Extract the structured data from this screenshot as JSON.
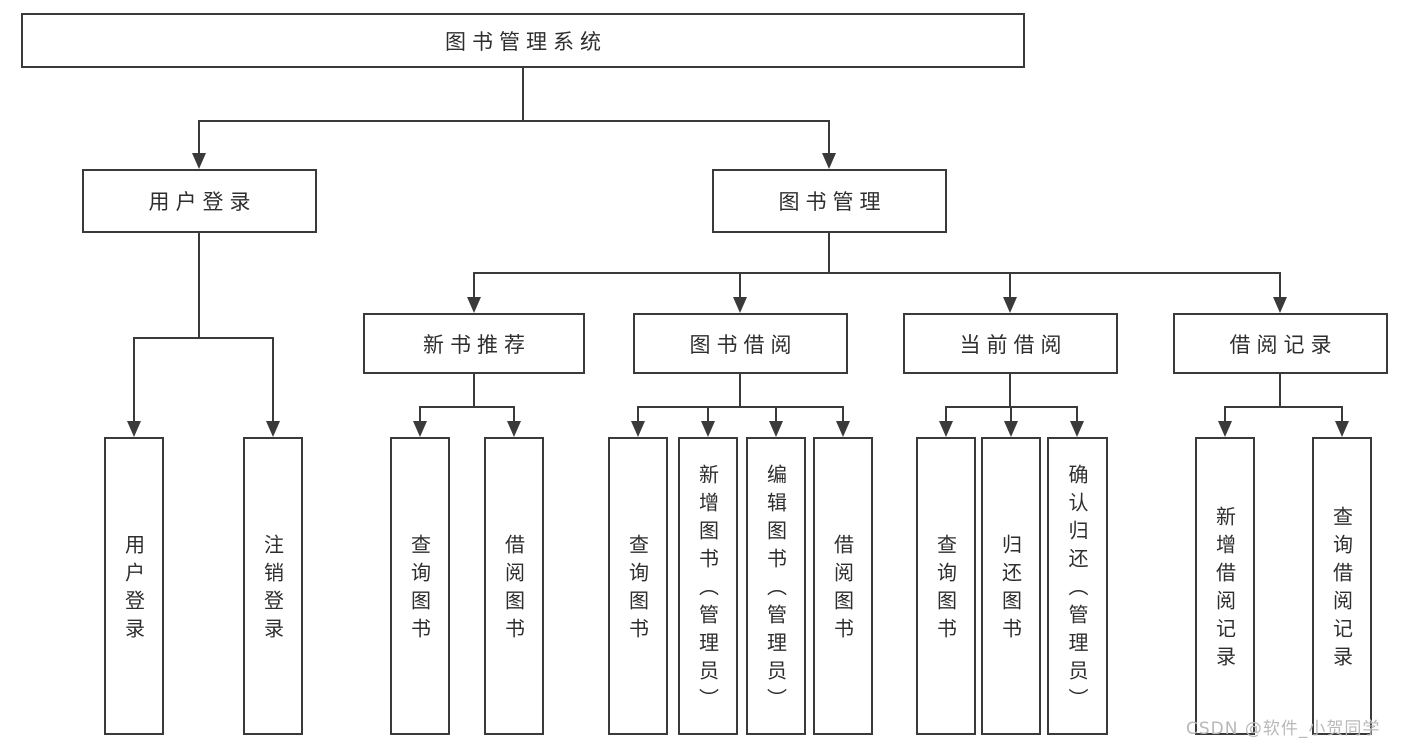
{
  "diagram": {
    "root": {
      "label": "图书管理系统"
    },
    "level2": {
      "user_login": {
        "label": "用户登录"
      },
      "book_mgmt": {
        "label": "图书管理"
      }
    },
    "level3": {
      "new_books": {
        "label": "新书推荐"
      },
      "book_borrow": {
        "label": "图书借阅"
      },
      "current_borrow": {
        "label": "当前借阅"
      },
      "borrow_records": {
        "label": "借阅记录"
      }
    },
    "leaves": {
      "user_login": [
        "用户登录",
        "注销登录"
      ],
      "new_books": [
        "查询图书",
        "借阅图书"
      ],
      "book_borrow": [
        "查询图书",
        "新增图书（管理员）",
        "编辑图书（管理员）",
        "借阅图书"
      ],
      "current_borrow": [
        "查询图书",
        "归还图书",
        "确认归还（管理员）"
      ],
      "borrow_records": [
        "新增借阅记录",
        "查询借阅记录"
      ]
    },
    "watermark": "CSDN @软件_小贺同学",
    "colors": {
      "line": "#3a3a3a",
      "text": "#2e2e2e",
      "watermark": "#b9b9b9",
      "background": "#ffffff"
    }
  }
}
